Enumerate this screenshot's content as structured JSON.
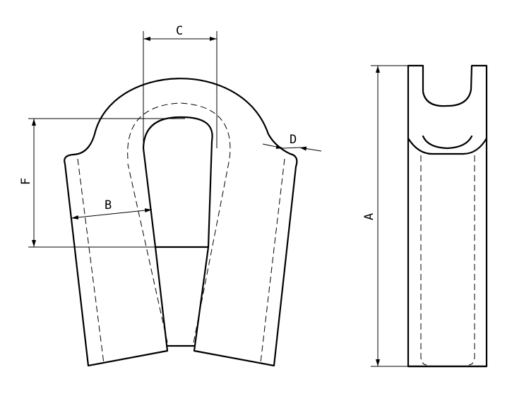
{
  "figure": {
    "labels": {
      "a": "A",
      "b": "B",
      "c": "C",
      "d": "D",
      "f": "F"
    }
  }
}
